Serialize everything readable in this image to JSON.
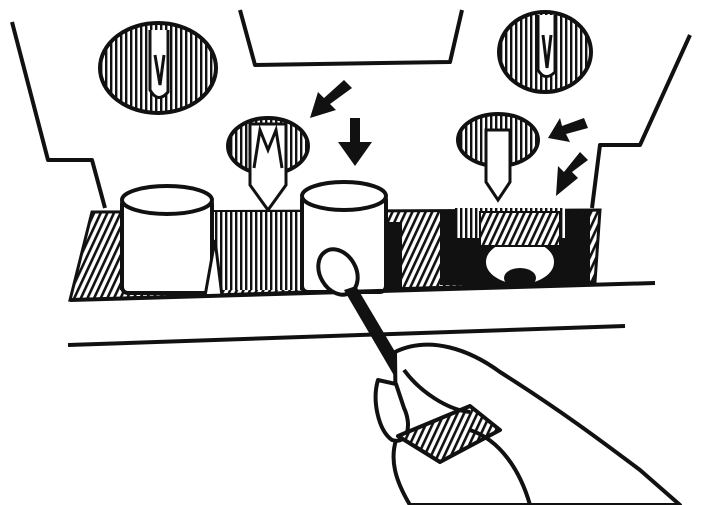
{
  "figure": {
    "subject": "cassette-deck-head-cleaning",
    "ink_color": "#111111",
    "paper_color": "#ffffff",
    "arrows": [
      {
        "name": "arrow-to-left-head",
        "direction": "down-left"
      },
      {
        "name": "arrow-to-left-capstan",
        "direction": "down"
      },
      {
        "name": "arrow-to-right-head",
        "direction": "down-left"
      },
      {
        "name": "arrow-to-pinch-roller",
        "direction": "down-left"
      }
    ]
  }
}
